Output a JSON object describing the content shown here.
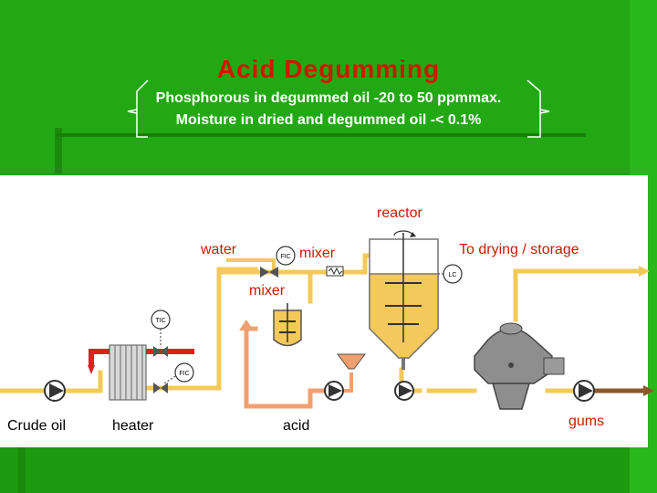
{
  "slide": {
    "title": "Acid Degumming",
    "spec_line_1": "Phosphorous in degummed oil -20 to 50 ppmmax.",
    "spec_line_2": "Moisture in dried and degummed oil -< 0.1%"
  },
  "diagram": {
    "labels": {
      "reactor": "reactor",
      "water": "water",
      "mixer_top": "mixer",
      "mixer_mid": "mixer",
      "to_drying": "To drying / storage",
      "crude_oil": "Crude oil",
      "heater": "heater",
      "acid": "acid",
      "gums": "gums"
    },
    "instruments": {
      "tic": "TIC",
      "fic_upper": "FIC",
      "fic_lower": "FIC",
      "lc": "LC"
    }
  },
  "colors": {
    "background": "#1e9a10",
    "title": "#cc1a00",
    "oil_line": "#f2c95a",
    "hot_line": "#e02020",
    "acid_line": "#f0a070",
    "gums_line": "#8b5a2b"
  }
}
